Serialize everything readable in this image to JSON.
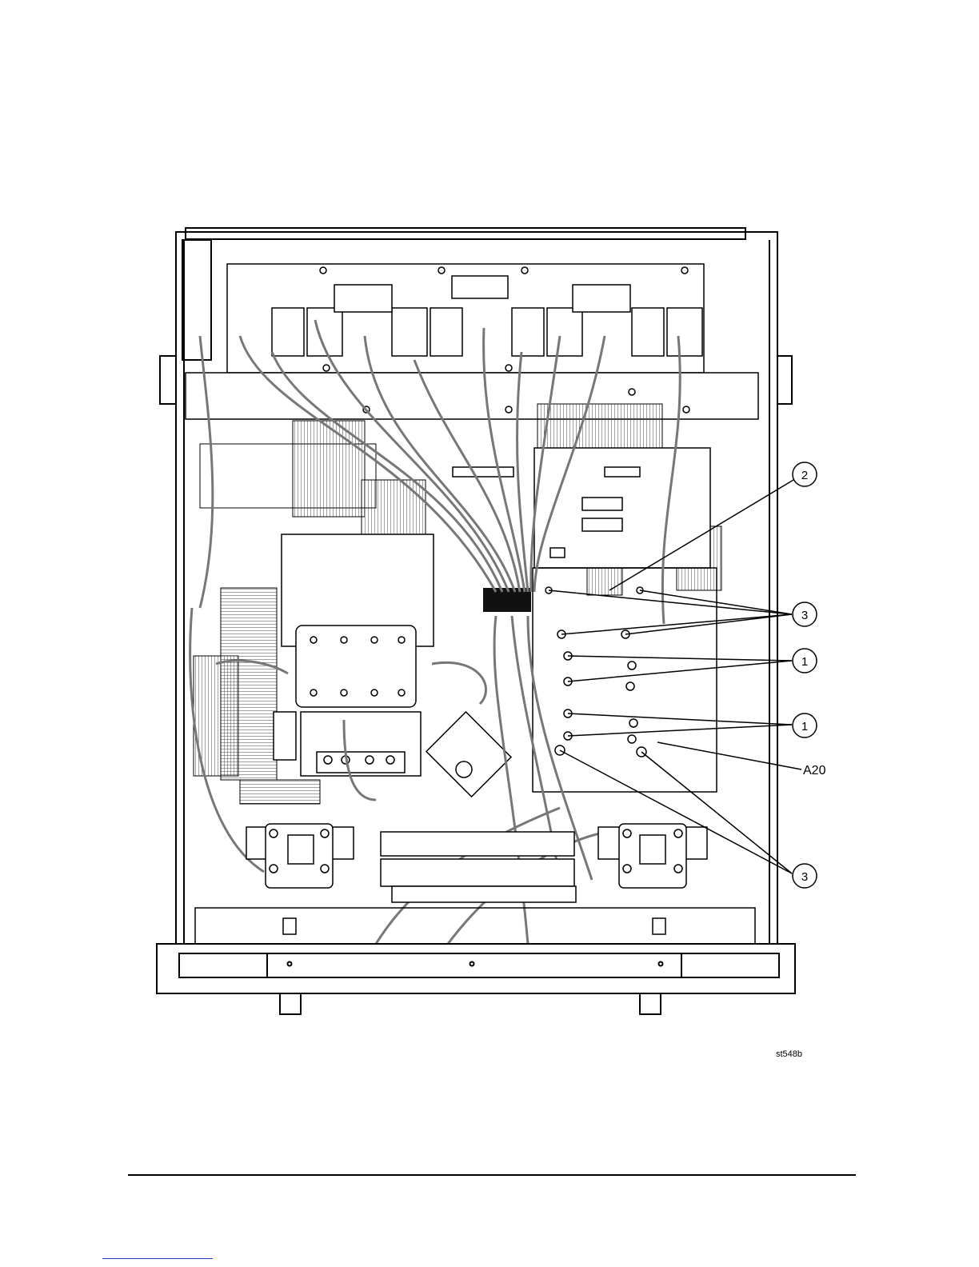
{
  "figure": {
    "id_label": "st548b",
    "callouts": [
      {
        "number": "2"
      },
      {
        "number": "3"
      },
      {
        "number": "1"
      },
      {
        "number": "1"
      },
      {
        "number": "3"
      }
    ],
    "reference_label": "A20"
  },
  "footer": {
    "link_text": ""
  },
  "colors": {
    "line": "#000000",
    "panel": "#ffffff",
    "cable": "#8a8a8a",
    "block": "#111111"
  }
}
